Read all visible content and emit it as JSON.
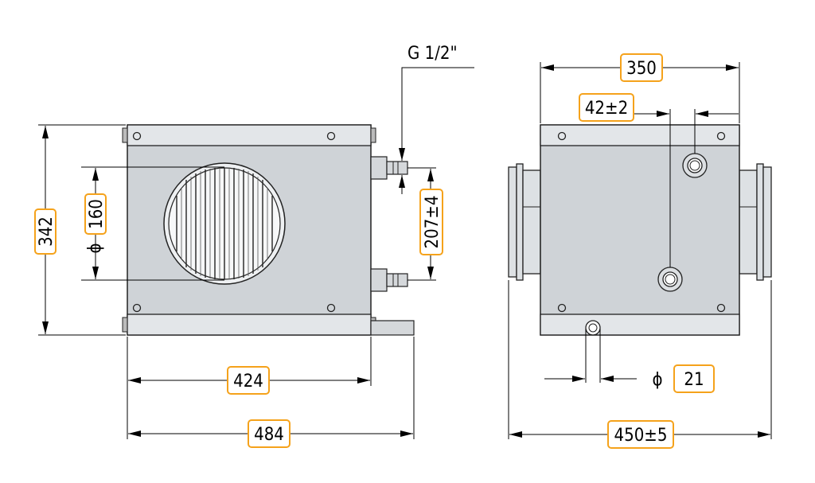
{
  "front_view": {
    "dims": {
      "height": "342",
      "duct_diameter_symbol": "ϕ",
      "duct_diameter": "160",
      "pipe_spacing": "207±4",
      "body_width": "424",
      "total_width": "484"
    },
    "thread_label": "G 1/2\""
  },
  "side_view": {
    "dims": {
      "width": "350",
      "pipe_offset": "42±2",
      "drain_diameter_symbol": "ϕ",
      "drain_diameter": "21",
      "total_length": "450±5"
    }
  },
  "colors": {
    "tag_border": "#f5a21b",
    "housing": "#cfd3d7",
    "outline": "#222222"
  }
}
